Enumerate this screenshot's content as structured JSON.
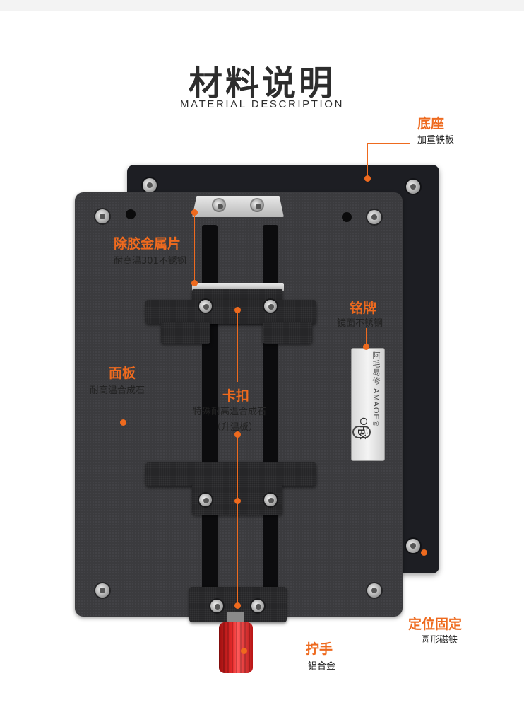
{
  "header": {
    "title": "材料说明",
    "subtitle": "MATERIAL DESCRIPTION"
  },
  "callouts": {
    "base": {
      "title": "底座",
      "desc": "加重铁板"
    },
    "glue_blade": {
      "title": "除胶金属片",
      "desc": "耐高温301不锈钢"
    },
    "nameplate": {
      "title": "铭牌",
      "desc": "镜面不锈钢"
    },
    "panel": {
      "title": "面板",
      "desc": "耐高温合成石"
    },
    "clip": {
      "title": "卡扣",
      "desc": "特殊耐高温合成石",
      "note": "（升温板）"
    },
    "positioning": {
      "title": "定位固定",
      "desc": "圆形磁铁"
    },
    "knob": {
      "title": "拧手",
      "desc": "铝合金"
    }
  },
  "nameplate_text": {
    "brand": "阿毛易修 AMAOE®",
    "model": "OFix",
    "letter": "B"
  },
  "colors": {
    "accent": "#ee6a1e",
    "title": "#2d2d2d"
  }
}
